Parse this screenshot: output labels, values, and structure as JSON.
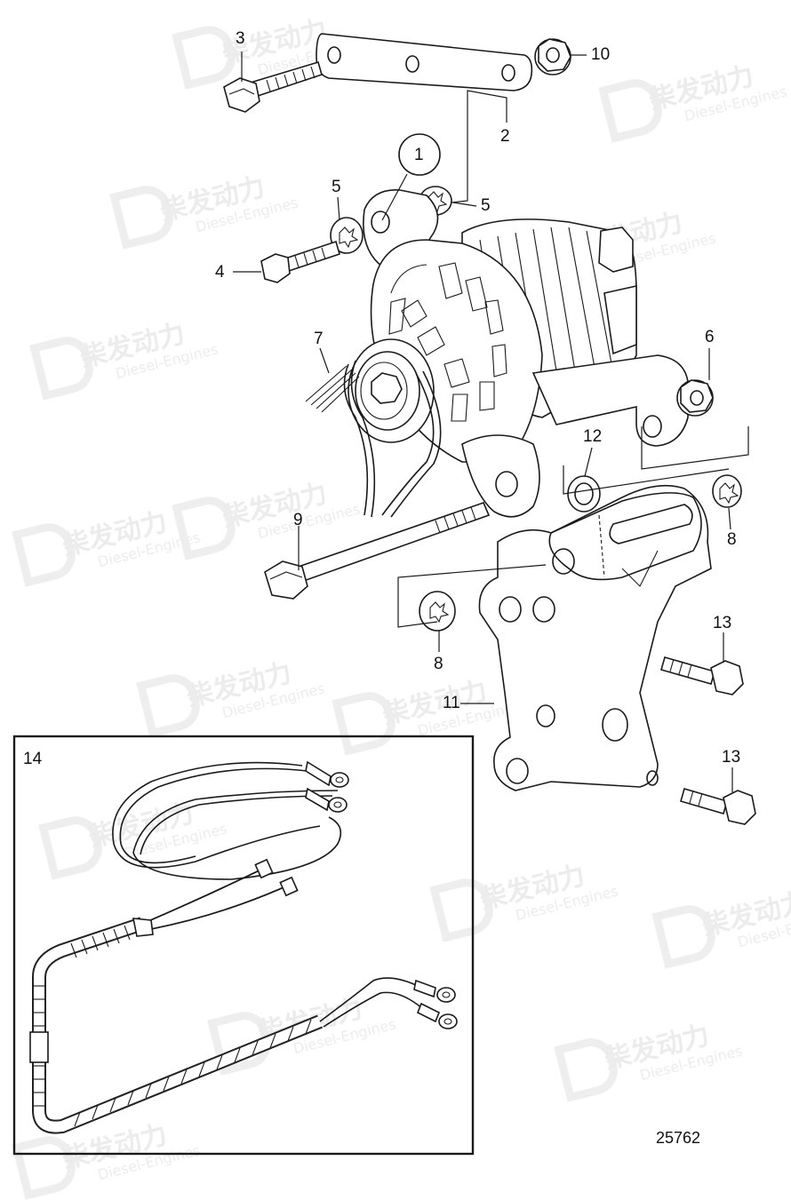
{
  "watermark": {
    "brand_cn": "柴发动力",
    "brand_en": "Diesel-Engines"
  },
  "callouts": {
    "c1": "1",
    "c2": "2",
    "c3": "3",
    "c4": "4",
    "c5a": "5",
    "c5b": "5",
    "c6": "6",
    "c7": "7",
    "c8a": "8",
    "c8b": "8",
    "c9": "9",
    "c10": "10",
    "c11": "11",
    "c12": "12",
    "c13a": "13",
    "c13b": "13",
    "c14": "14"
  },
  "figure_number": "25762",
  "icons": [
    "brand-logo-icon"
  ]
}
